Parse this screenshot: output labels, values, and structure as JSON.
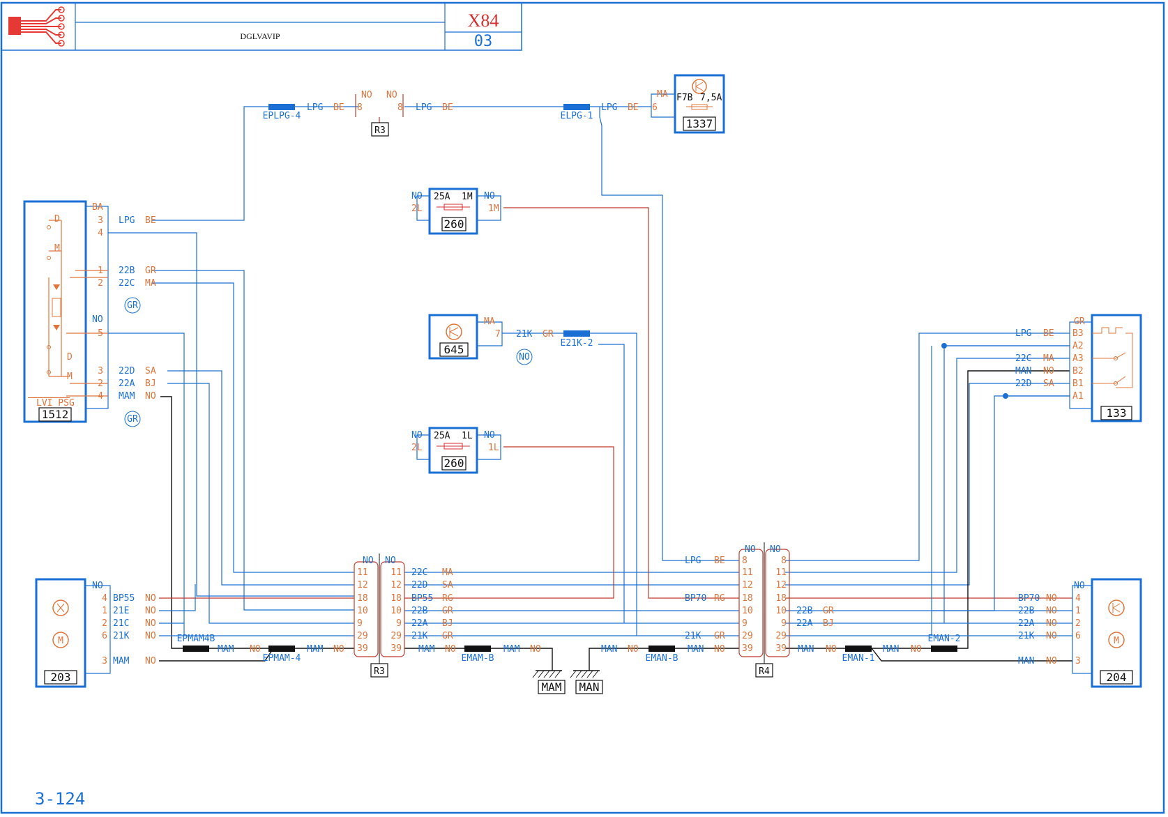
{
  "header": {
    "code": "X84",
    "sheet": "03",
    "title": "DGLVAVIP"
  },
  "page_ref": "3-124",
  "components": {
    "c1512": {
      "id": "1512",
      "sub": "LVI PSG",
      "pin_head_top": "BA",
      "pin_head_mid": "NO"
    },
    "c203": {
      "id": "203",
      "pin_head": "NO"
    },
    "c204": {
      "id": "204",
      "pin_head": "NO"
    },
    "c133": {
      "id": "133",
      "pin_head": "GR"
    },
    "c1337": {
      "id": "1337",
      "fuse": "F7B",
      "rating": "7,5A",
      "pin_head": "MA"
    },
    "c645": {
      "id": "645",
      "pin_head": "MA"
    },
    "f260a": {
      "id": "260",
      "rating": "25A",
      "pin_out": "1M",
      "pin_in": "2L",
      "no_l": "NO",
      "no_r": "NO"
    },
    "f260b": {
      "id": "260",
      "rating": "25A",
      "pin_out": "1L",
      "pin_in": "2L",
      "no_l": "NO",
      "no_r": "NO"
    },
    "grounds": [
      "MAM",
      "MAN"
    ],
    "connectors": {
      "r3_top": "R3",
      "r3_bottom": "R3",
      "r4": "R4"
    }
  },
  "splices": {
    "eplpg4": "EPLPG-4",
    "elpg1": "ELPG-1",
    "e21k2": "E21K-2",
    "epmam4b": "EPMAM4B",
    "epmam4": "EPMAM-4",
    "emamb": "EMAM-B",
    "emanb": "EMAN-B",
    "eman1": "EMAN-1",
    "eman2": "EMAN-2"
  },
  "marks": {
    "gr1": "GR",
    "gr2": "GR",
    "no1": "NO"
  },
  "top_wire": {
    "a1": "LPG",
    "a2": "BE",
    "r3pin": "8",
    "r3no": "NO",
    "b1": "LPG",
    "b2": "BE",
    "c1": "LPG",
    "c2": "BE",
    "c3": "6"
  },
  "c1512_pins": [
    {
      "pin": "3",
      "wire": "LPG",
      "col": "BE"
    },
    {
      "pin": "4",
      "wire": "",
      "col": ""
    },
    {
      "pin": "1",
      "wire": "22B",
      "col": "GR"
    },
    {
      "pin": "2",
      "wire": "22C",
      "col": "MA"
    },
    {
      "pin": "5",
      "wire": "",
      "col": ""
    },
    {
      "pin": "3",
      "wire": "22D",
      "col": "SA"
    },
    {
      "pin": "2",
      "wire": "22A",
      "col": "BJ"
    },
    {
      "pin": "4",
      "wire": "MAM",
      "col": "NO"
    }
  ],
  "c645_wire": {
    "pin": "7",
    "wire": "21K",
    "col": "GR"
  },
  "c203_pins": [
    {
      "pin": "4",
      "wire": "BP55",
      "col": "NO"
    },
    {
      "pin": "1",
      "wire": "21E",
      "col": "NO"
    },
    {
      "pin": "2",
      "wire": "21C",
      "col": "NO"
    },
    {
      "pin": "6",
      "wire": "21K",
      "col": "NO"
    },
    {
      "pin": "3",
      "wire": "MAM",
      "col": "NO"
    }
  ],
  "c204_pins": [
    {
      "pin": "4",
      "wire": "BP70",
      "col": "NO"
    },
    {
      "pin": "1",
      "wire": "22B",
      "col": "NO"
    },
    {
      "pin": "2",
      "wire": "22A",
      "col": "NO"
    },
    {
      "pin": "6",
      "wire": "21K",
      "col": "NO"
    },
    {
      "pin": "3",
      "wire": "MAN",
      "col": "NO"
    }
  ],
  "c133_pins": [
    {
      "pin": "B3",
      "wire": "LPG",
      "col": "BE"
    },
    {
      "pin": "A2",
      "wire": "",
      "col": ""
    },
    {
      "pin": "A3",
      "wire": "22C",
      "col": "MA"
    },
    {
      "pin": "B2",
      "wire": "MAN",
      "col": "NO"
    },
    {
      "pin": "B1",
      "wire": "22D",
      "col": "SA"
    },
    {
      "pin": "A1",
      "wire": "",
      "col": ""
    }
  ],
  "r3_pins": [
    "11",
    "12",
    "18",
    "10",
    "9",
    "29",
    "39"
  ],
  "r3_right": [
    {
      "wire": "22C",
      "col": "MA"
    },
    {
      "wire": "22D",
      "col": "SA"
    },
    {
      "wire": "BP55",
      "col": "RG"
    },
    {
      "wire": "22B",
      "col": "GR"
    },
    {
      "wire": "22A",
      "col": "BJ"
    },
    {
      "wire": "21K",
      "col": "GR"
    },
    {
      "wire": "MAM",
      "col": "NO"
    }
  ],
  "r4_pins": [
    "8",
    "11",
    "12",
    "18",
    "10",
    "9",
    "29",
    "39"
  ],
  "r4_left": [
    {
      "wire": "LPG",
      "col": "BE"
    },
    {
      "wire": "BP70",
      "col": "RG"
    },
    {
      "wire": "21K",
      "col": "GR"
    }
  ],
  "r4_right": [
    {
      "wire": "22B",
      "col": "GR"
    },
    {
      "wire": "22A",
      "col": "BJ"
    }
  ],
  "ground_labels": {
    "mam_wire": "MAM",
    "mam_col": "NO",
    "man_wire": "MAN",
    "man_col": "NO",
    "epmam_mam": "MAM",
    "epmam_no": "NO",
    "r3_mam": "MAM",
    "r3_no": "NO",
    "r4_man": "MAN",
    "r4_no": "NO",
    "eman_man": "MAN",
    "eman_no": "NO",
    "eman2_man": "MAN",
    "eman2_no": "NO"
  },
  "connector_heads": {
    "no": "NO"
  }
}
